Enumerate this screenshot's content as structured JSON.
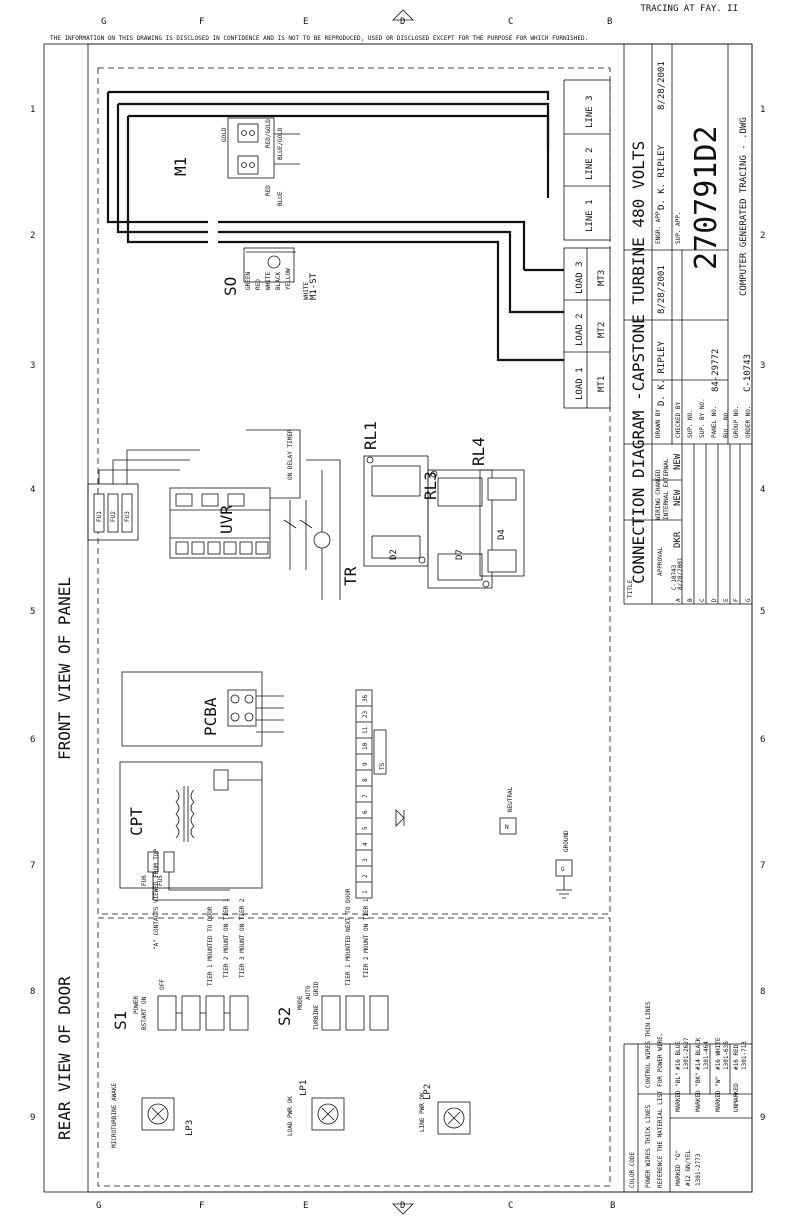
{
  "header": {
    "top_right": "TRACING AT FAY. II",
    "confidential": "THE INFORMATION ON THIS DRAWING IS DISCLOSED IN CONFIDENCE AND IS NOT TO BE REPRODUCED, USED OR DISCLOSED EXCEPT FOR THE PURPOSE FOR WHICH FURNISHED."
  },
  "zones": {
    "row_letters": [
      "G",
      "F",
      "E",
      "D",
      "C",
      "B"
    ],
    "col_numbers": [
      "1",
      "2",
      "3",
      "4",
      "5",
      "6",
      "7",
      "8",
      "9"
    ]
  },
  "views": {
    "front": "FRONT VIEW OF PANEL",
    "rear": "REAR VIEW OF DOOR"
  },
  "components": {
    "line1": "LINE 1",
    "line2": "LINE 2",
    "line3": "LINE 3",
    "load1": "LOAD 1",
    "load2": "LOAD 2",
    "load3": "LOAD 3",
    "mt1": "MT1",
    "mt2": "MT2",
    "mt3": "MT3",
    "m1": "M1",
    "so": "SO",
    "m1st": "M1-ST",
    "uvr": "UVR",
    "tr": "TR",
    "on_delay": "ON DELAY TIMER",
    "rl1": "RL1",
    "rl3": "RL3",
    "rl4": "RL4",
    "d2": "D2",
    "d4": "D4",
    "d7": "D7",
    "pcba": "PCBA",
    "cpt": "CPT",
    "fu1": "FU1",
    "fu2": "FU2",
    "fu3": "FU3",
    "fu5": "FU5",
    "fu6": "FU6",
    "ts": "TS",
    "neutral": "NEUTRAL",
    "ground": "GROUND",
    "n": "N",
    "g": "G",
    "s1": "S1",
    "s1_power": "POWER",
    "s1_on": "ON",
    "s1_off": "OFF",
    "s1_bstart": "BSTART",
    "s2": "S2",
    "s2_mode": "MODE",
    "s2_auto": "AUTO",
    "s2_turbine": "TURBINE",
    "s2_grid": "GRID",
    "lp1": "LP1",
    "lp1_label": "LOAD PWR OK",
    "lp2": "LP2",
    "lp2_label": "LINE PWR OK",
    "lp3": "LP3",
    "lp3_label": "MICROTURBINE AWAKE",
    "s1_tier1": "TIER 1 MOUNTED TO DOOR",
    "s1_tier2": "TIER 2 MOUNT ON TIER 1",
    "s1_tier3": "TIER 3 MOUNT ON TIER 2",
    "s2_tier1": "TIER 1 MOUNTED NEXT TO DOOR",
    "s2_tier2": "TIER 2 MOUNT ON TIER 1",
    "contacts_note": "\"A\" CONTACTS VIEWED FROM TOP"
  },
  "wires": {
    "green": "GREEN",
    "red": "RED",
    "white": "WHITE",
    "black": "BLACK",
    "yellow": "YELLOW",
    "red_gold": "RED/GOLD",
    "blue_gold": "BLUE/GOLD",
    "gold": "GOLD",
    "blue": "BLUE"
  },
  "color_code": {
    "title": "COLOR CODE",
    "power_wires": "POWER WIRES THICK LINES",
    "power_note": "REFERENCE THE MATERIAL LIST FOR POWER WIRE.",
    "control_wires": "CONTROL WIRES THIN LINES",
    "rows": [
      {
        "mark": "MARKED \"BL\"",
        "spec": "#16 BLUE",
        "part": "1301-2627"
      },
      {
        "mark": "MARKED \"BK\"",
        "spec": "#14 BLACK",
        "part": "1301-464"
      },
      {
        "mark": "MARKED \"W\"",
        "spec": "#16 WHITE",
        "part": "1301-636"
      },
      {
        "mark": "UNMARKED",
        "spec": "#16 RED",
        "part": "1301-713"
      },
      {
        "mark": "MARKED \"G\"",
        "spec": "#12 GN/YEL",
        "part": "1301-2773"
      }
    ]
  },
  "title_block": {
    "title_label": "TITLE",
    "title": "CONNECTION DIAGRAM -CAPSTONE TURBINE 480 VOLTS",
    "approval": "APPROVAL",
    "wiring_changed": "WIRING CHANGED",
    "internal_external": "INTERNAL EXTERNAL",
    "row_a_code": "C-10743",
    "row_a_date": "8/28/2001",
    "dkr": "DKR",
    "new1": "NEW",
    "new2": "NEW",
    "drawn_by_label": "DRAWN BY",
    "drawn_by": "D. K. RIPLEY",
    "drawn_date": "8/28/2001",
    "engr_label": "ENGR. APP.",
    "engr": "D. K. RIPLEY",
    "engr_date": "8/28/2001",
    "checked_label": "CHECKED BY",
    "sup_label": "SUP. APP.",
    "sup_no_label": "SUP. NO.",
    "sup_by_label": "SUP. BY NO.",
    "panel_label": "PANEL NO.",
    "panel_no": "84-29772",
    "bul_label": "BUL. NO.",
    "group_label": "GROUP NO.",
    "order_label": "ORDER NO.",
    "order_no": "C-10743",
    "drawing_no": "270791D2",
    "footer": "COMPUTER GENERATED TRACING - .DWG",
    "rev_letters": [
      "A",
      "B",
      "C",
      "D",
      "E",
      "F",
      "G"
    ]
  },
  "terminal_strip": [
    "1",
    "2",
    "3",
    "4",
    "5",
    "6",
    "7",
    "8",
    "9",
    "10",
    "11",
    "23",
    "36"
  ]
}
